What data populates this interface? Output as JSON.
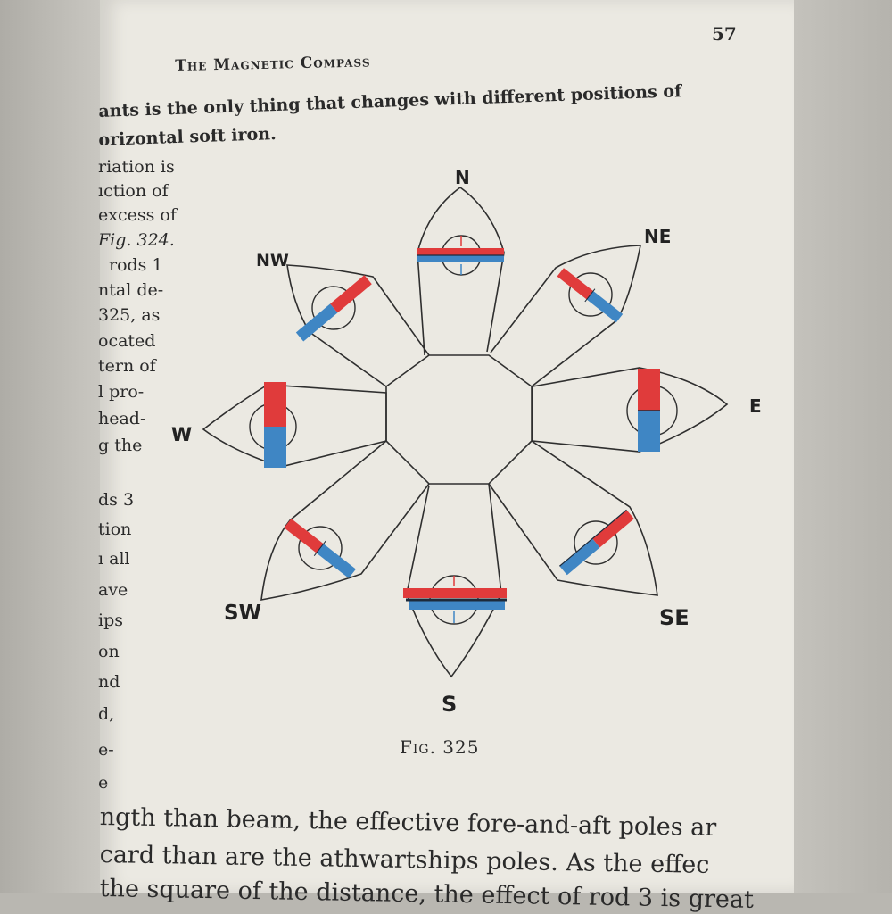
{
  "page": {
    "page_number": "57",
    "running_head": "The Magnetic Compass",
    "lines": [
      "ants is the only thing that changes with different positions of",
      "orizontal soft iron."
    ],
    "left_fragments": [
      "riation is",
      "ıction of",
      "excess of",
      "Fig. 324.",
      "rods 1",
      "ntal de-",
      "325, as",
      "ocated",
      "tern of",
      "l pro-",
      "head-",
      "g the",
      "ds 3",
      "tion",
      "ı all",
      "ave",
      "ips",
      "on",
      "nd",
      "d,",
      "e-",
      "e"
    ],
    "bottom_lines": [
      "ngth than beam, the effective fore-and-aft poles ar",
      "card than are the athwartships poles. As the effec",
      "the square of the distance, the effect of rod 3 is great"
    ]
  },
  "figure": {
    "caption": "Fig. 325",
    "directions": [
      "N",
      "NE",
      "E",
      "SE",
      "S",
      "SW",
      "W",
      "NW"
    ]
  },
  "colors": {
    "paper": "#ebe9e2",
    "ink": "#2a2a2a",
    "red_pole": "#e03b3b",
    "blue_pole": "#3f86c4"
  }
}
